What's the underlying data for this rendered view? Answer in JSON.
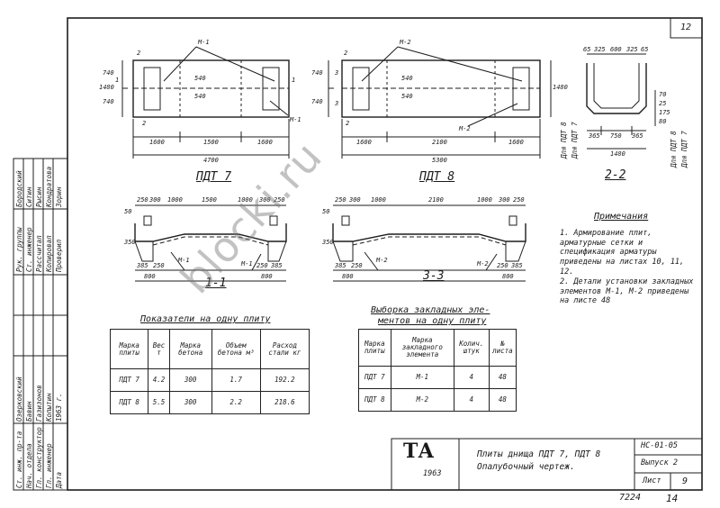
{
  "sheet": {
    "corner_number": "12",
    "sheet_index_bottom": "7224",
    "sheet_index_bottom2": "14"
  },
  "views": {
    "plan_pdt7": {
      "title": "ПДТ 7",
      "section_marks": [
        "2",
        "2",
        "1",
        "1"
      ],
      "embedded_labels": [
        "М-1",
        "М-1"
      ],
      "dims_left": [
        "740",
        "740",
        "1480"
      ],
      "dims_inner": [
        "540",
        "540"
      ],
      "dims_bottom": [
        "1600",
        "1500",
        "1600",
        "4700"
      ]
    },
    "plan_pdt8": {
      "title": "ПДТ 8",
      "section_marks": [
        "2",
        "2",
        "3",
        "3"
      ],
      "embedded_labels": [
        "М-2",
        "М-2"
      ],
      "dims_left": [
        "740",
        "740"
      ],
      "dims_inner": [
        "540",
        "540"
      ],
      "dims_right": [
        "1480"
      ],
      "dims_bottom": [
        "1600",
        "2100",
        "1600",
        "5300"
      ]
    },
    "section_22": {
      "title": "2-2",
      "dims_top": [
        "65",
        "325",
        "600",
        "325",
        "65"
      ],
      "dims_bottom": [
        "365",
        "750",
        "365",
        "1480"
      ],
      "dims_side": [
        "70",
        "25",
        "175",
        "80"
      ],
      "side_labels": [
        "Для ПДТ 8",
        "Для ПДТ 7",
        "Для ПДТ 8",
        "Для ПДТ 7"
      ]
    },
    "section_11": {
      "title": "1-1",
      "dims_top": [
        "250",
        "300",
        "1000",
        "1500",
        "1000",
        "300",
        "250"
      ],
      "dims_left": [
        "50",
        "350"
      ],
      "dims_bottom": [
        "385",
        "250",
        "800",
        "250",
        "385",
        "800"
      ],
      "embedded_labels": [
        "М-1",
        "М-1"
      ]
    },
    "section_33": {
      "title": "3-3",
      "dims_top": [
        "250",
        "300",
        "1000",
        "2100",
        "1000",
        "300",
        "250"
      ],
      "dims_left": [
        "50",
        "350"
      ],
      "dims_bottom": [
        "385",
        "250",
        "800",
        "250",
        "385",
        "800"
      ],
      "embedded_labels": [
        "М-2",
        "М-2"
      ]
    }
  },
  "indicators_table": {
    "title": "Показатели на одну плиту",
    "headers": [
      "Марка плиты",
      "Вес т",
      "Марка бетона",
      "Объем бетона м³",
      "Расход стали кг"
    ],
    "rows": [
      [
        "ПДТ 7",
        "4.2",
        "300",
        "1.7",
        "192.2"
      ],
      [
        "ПДТ 8",
        "5.5",
        "300",
        "2.2",
        "218.6"
      ]
    ]
  },
  "embedded_table": {
    "title_line1": "Выборка закладных эле-",
    "title_line2": "ментов на одну плиту",
    "headers": [
      "Марка плиты",
      "Марка закладного элемента",
      "Колич. штук",
      "№ листа"
    ],
    "rows": [
      [
        "ПДТ 7",
        "М-1",
        "4",
        "48"
      ],
      [
        "ПДТ 8",
        "М-2",
        "4",
        "48"
      ]
    ]
  },
  "notes": {
    "title": "Примечания",
    "items": [
      "1. Армирование плит, арматурные сетки и спецификация арматуры приведены на листах 10, 11, 12.",
      "2. Детали установки закладных элементов М-1, М-2 приведены на листе 48"
    ]
  },
  "title_block": {
    "logo": "ТА",
    "year": "1963",
    "title_line1": "Плиты днища ПДТ 7, ПДТ 8",
    "title_line2": "Опалубочный чертеж.",
    "code": "НС-01-05",
    "issue_label": "Выпуск 2",
    "sheet_label": "Лист",
    "sheet_no": "9"
  },
  "stamp": {
    "roles": [
      "Рук. группы",
      "Ст. инженер",
      "Рассчитал",
      "Копировал",
      "Проверил"
    ],
    "names": [
      "Бородский",
      "Ситин",
      "Рысин",
      "Кондратова",
      "Зорин"
    ],
    "roles2": [
      "Ст. инж. пр-та",
      "Нач. отдела",
      "Гл. конструктор",
      "Гл. инженер",
      "Дата"
    ],
    "names2": [
      "Озерковский",
      "Бавин",
      "Газизонов",
      "Копытин",
      "1963 г."
    ]
  },
  "watermark": "blocki.ru"
}
